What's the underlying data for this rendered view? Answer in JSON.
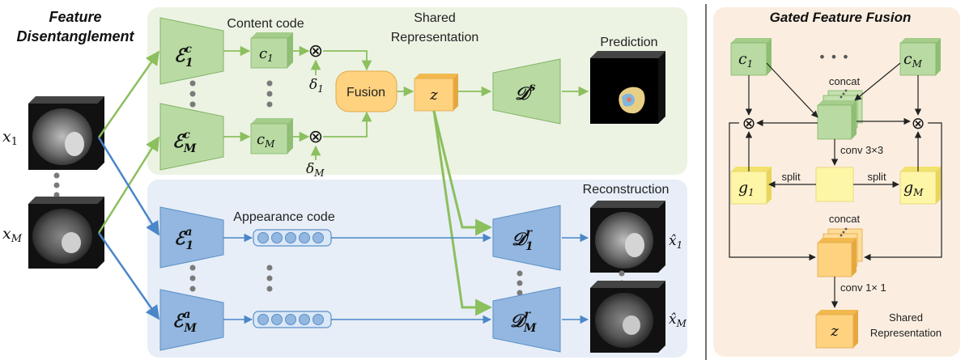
{
  "left": {
    "title_line1": "Feature",
    "title_line2": "Disentanglement",
    "input_1": "x",
    "input_1_sub": "1",
    "input_m": "x",
    "input_m_sub": "M"
  },
  "content": {
    "label": "Content code",
    "encoder_1": "ℰ",
    "encoder_sup": "c",
    "encoder_1_sub": "1",
    "encoder_m_sub": "M",
    "code_1": "c",
    "code_1_sub": "1",
    "code_m": "c",
    "code_m_sub": "M",
    "delta_1": "δ",
    "delta_1_sub": "1",
    "delta_m": "δ",
    "delta_m_sub": "M",
    "otimes": "⊗"
  },
  "shared": {
    "label_line1": "Shared",
    "label_line2": "Representation",
    "fusion": "Fusion",
    "z": "z",
    "decoder_s": "𝒟",
    "decoder_s_sup": "s",
    "prediction": "Prediction"
  },
  "appearance": {
    "label": "Appearance code",
    "encoder": "ℰ",
    "encoder_sup": "a",
    "encoder_1_sub": "1",
    "encoder_m_sub": "M",
    "reconstruction": "Reconstruction",
    "decoder": "𝒟",
    "decoder_sup": "r",
    "decoder_1_sub": "1",
    "decoder_m_sub": "M",
    "out_1": "x̂",
    "out_1_sub": "1",
    "out_m": "x̂",
    "out_m_sub": "M"
  },
  "gated": {
    "title": "Gated Feature Fusion",
    "c1": "c",
    "c1_sub": "1",
    "cm": "c",
    "cm_sub": "M",
    "dots": "• • •",
    "concat_top": "concat",
    "conv3": "conv 3×3",
    "split_left": "split",
    "split_right": "split",
    "g1": "g",
    "g1_sub": "1",
    "gm": "g",
    "gm_sub": "M",
    "concat_bottom": "concat",
    "conv1": "conv 1× 1",
    "z": "z",
    "shared_line1": "Shared",
    "shared_line2": "Representation",
    "otimes": "⊗"
  },
  "colors": {
    "green_panel": "#ecf3e3",
    "green_box": "#b9dba3",
    "green_edge": "#82b366",
    "green_arrow": "#8cbf5e",
    "blue_panel": "#e7eef7",
    "blue_box": "#93b7e0",
    "blue_edge": "#5b8fc7",
    "blue_arrow": "#4a86c8",
    "orange_panel": "#fbeee0",
    "orange_box": "#ffd27f",
    "orange_edge": "#e0a84a",
    "yellow_box": "#fdf6a6",
    "yellow_edge": "#e5d26e",
    "fusion_fill": "#ffd27f"
  }
}
